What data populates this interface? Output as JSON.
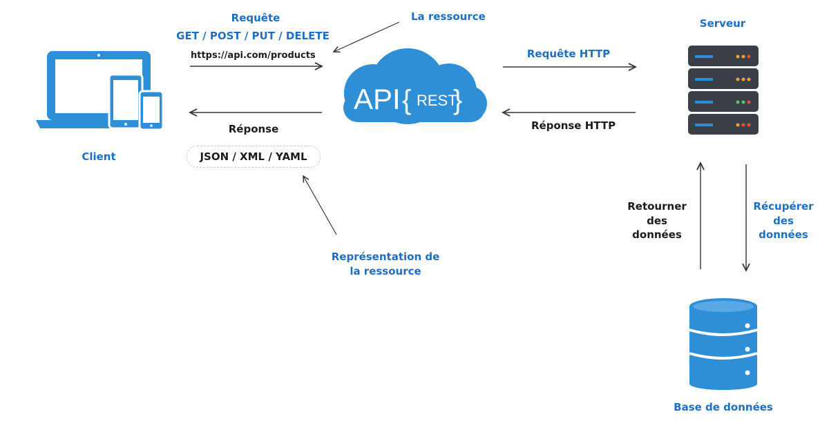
{
  "labels": {
    "request_title": "Requête",
    "request_methods": "GET / POST / PUT / DELETE",
    "request_url": "https://api.com/products",
    "resource": "La ressource",
    "response": "Réponse",
    "formats": "JSON / XML / YAML",
    "client": "Client",
    "representation": [
      "Représentation de",
      "la ressource"
    ],
    "http_request": "Requête HTTP",
    "http_response": "Réponse HTTP",
    "server": "Serveur",
    "return_data": [
      "Retourner",
      "des",
      "données"
    ],
    "fetch_data": [
      "Récupérer",
      "des",
      "données"
    ],
    "database": "Base de données",
    "api_text": "API",
    "rest_text": "REST"
  },
  "colors": {
    "brand_blue": "#1f6fc0",
    "cloud_blue": "#2e8ed6",
    "server_dark": "#3a3f48",
    "text_dark": "#1c1c1c",
    "led_red": "#e2533c",
    "led_orange": "#f0a23a",
    "led_green": "#5cc46a"
  },
  "icons": [
    "laptop-icon",
    "tablet-icon",
    "phone-icon",
    "cloud-api-icon",
    "server-rack-icon",
    "database-icon"
  ]
}
